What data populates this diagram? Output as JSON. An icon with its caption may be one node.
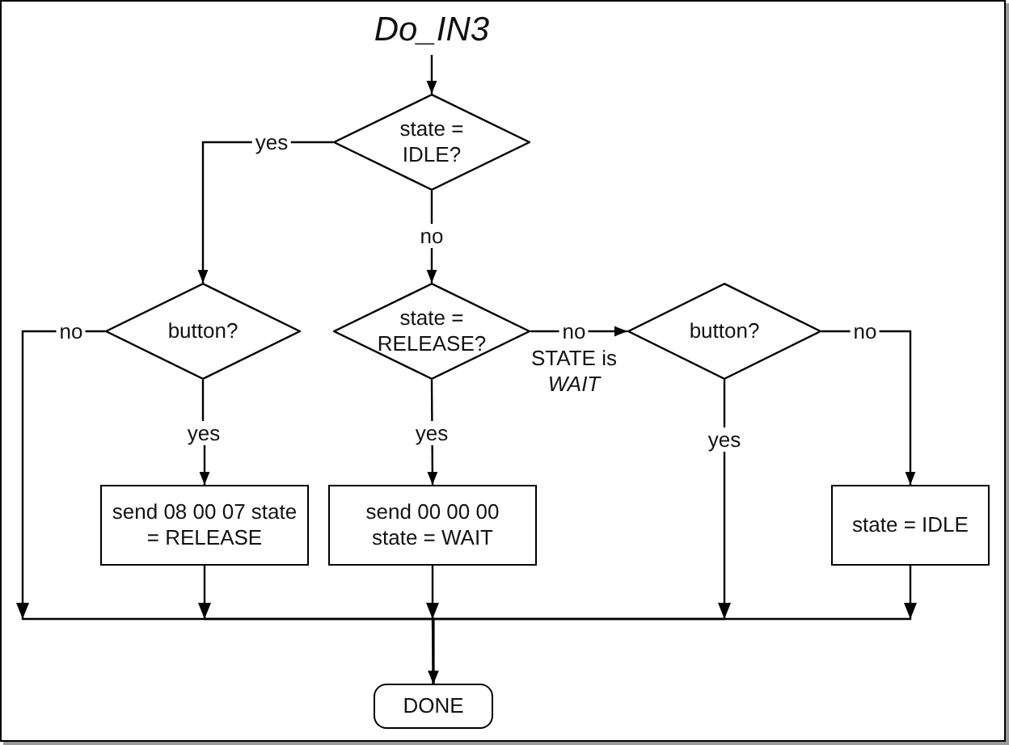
{
  "diagram": {
    "nodes": [
      {
        "text": [
          "Do_IN3"
        ]
      },
      {
        "text": [
          "state = IDLE?"
        ]
      },
      {
        "text": [
          "button?"
        ]
      },
      {
        "text": [
          "state = RELEASE?"
        ]
      },
      {
        "text": [
          "button?"
        ]
      },
      {
        "text": [
          "send 08 00 07 state = RELEASE"
        ]
      },
      {
        "text": [
          "send 00 00 00 state = WAIT"
        ]
      },
      {
        "text": [
          "state = IDLE"
        ]
      },
      {
        "text": [
          "DONE"
        ]
      }
    ],
    "edges": [
      {
        "from": 0,
        "to": 1,
        "arrow": "to"
      },
      {
        "from": 1,
        "to": 2,
        "arrow": "to",
        "label": "yes"
      },
      {
        "from": 1,
        "to": 3,
        "arrow": "to",
        "label": "no"
      },
      {
        "from": 2,
        "to": 8,
        "arrow": "to",
        "label": "no"
      },
      {
        "from": 3,
        "to": 4,
        "arrow": "to",
        "label": "no"
      },
      {
        "from": 4,
        "to": 7,
        "arrow": "to",
        "label": "no"
      },
      {
        "from": 2,
        "to": 5,
        "arrow": "to",
        "label": "yes"
      },
      {
        "from": 3,
        "to": 6,
        "arrow": "to",
        "label": "yes"
      },
      {
        "from": 4,
        "to": 8,
        "arrow": "to",
        "label": "yes"
      },
      {
        "from": 5,
        "to": 8,
        "arrow": "to"
      },
      {
        "from": 6,
        "to": 8,
        "arrow": "to"
      },
      {
        "from": 7,
        "to": 8,
        "arrow": "to"
      }
    ],
    "labels": [
      "STATE is *WAIT*"
    ]
  }
}
